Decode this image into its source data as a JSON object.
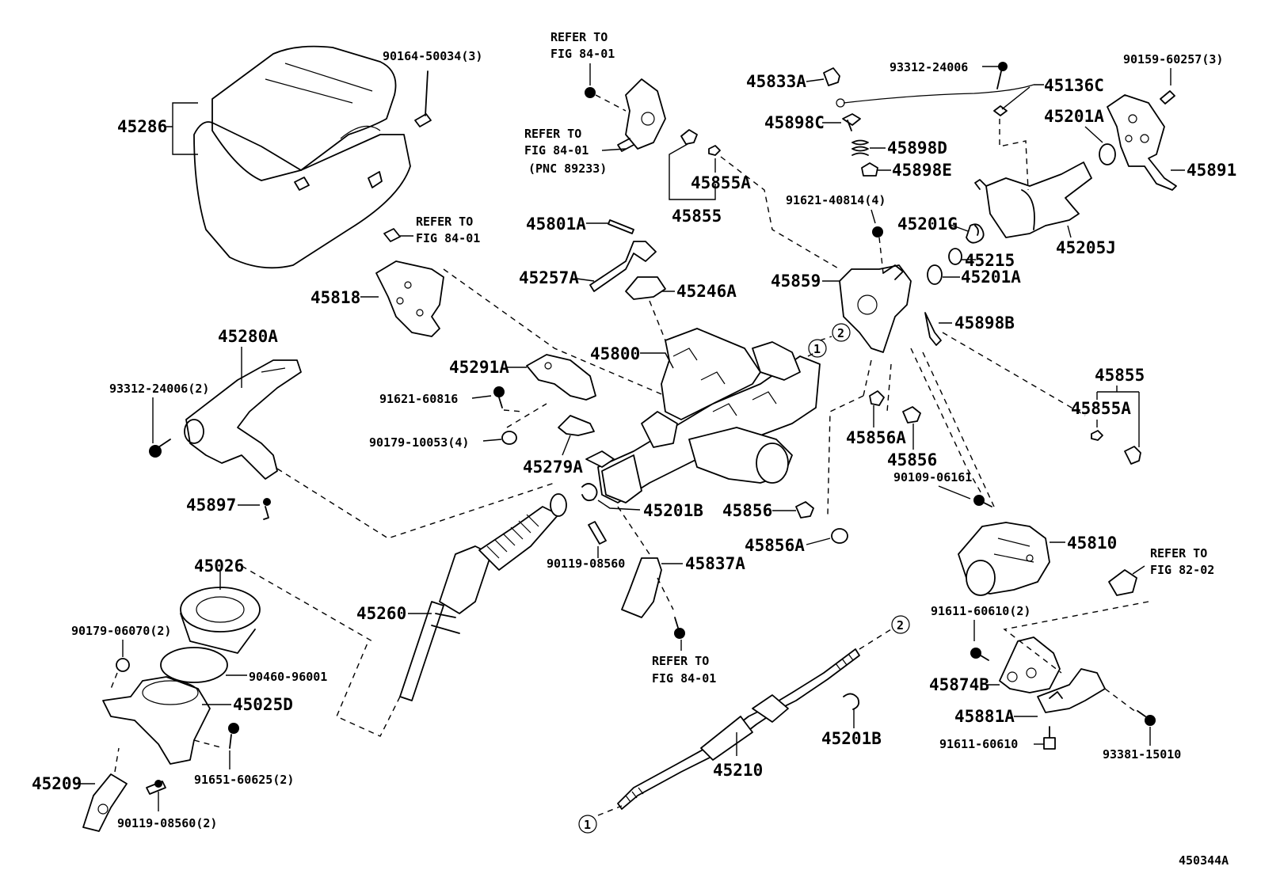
{
  "diagram_id": "450344A",
  "labels": {
    "p45286": "45286",
    "p90164": "90164-50034(3)",
    "refer1a": "REFER TO",
    "refer1b": "FIG 84-01",
    "refer2a": "REFER TO",
    "refer2b": "FIG 84-01",
    "refer2c": "(PNC 89233)",
    "refer3a": "REFER TO",
    "refer3b": "FIG 84-01",
    "refer4a": "REFER TO",
    "refer4b": "FIG 84-01",
    "refer5a": "REFER TO",
    "refer5b": "FIG 82-02",
    "p45833A": "45833A",
    "p93312a": "93312-24006",
    "p45136C": "45136C",
    "p90159": "90159-60257(3)",
    "p45898C": "45898C",
    "p45898D": "45898D",
    "p45898E": "45898E",
    "p45201A_1": "45201A",
    "p45855A_1": "45855A",
    "p45855_1": "45855",
    "p91621_408": "91621-40814(4)",
    "p45891": "45891",
    "p45801A": "45801A",
    "p45201G": "45201G",
    "p45215": "45215",
    "p45205J": "45205J",
    "p45257A": "45257A",
    "p45246A": "45246A",
    "p45859": "45859",
    "p45201A_2": "45201A",
    "p45818": "45818",
    "p45898B": "45898B",
    "p45280A": "45280A",
    "p45291A": "45291A",
    "p45800": "45800",
    "p45855_2": "45855",
    "p45855A_2": "45855A",
    "p93312b": "93312-24006(2)",
    "p91621_608": "91621-60816",
    "p90179_100": "90179-10053(4)",
    "p45279A": "45279A",
    "p45856A_1": "45856A",
    "p45856_1": "45856",
    "p90109": "90109-06161",
    "p45897": "45897",
    "p45201B_1": "45201B",
    "p45856_2": "45856",
    "p45856A_2": "45856A",
    "p45810": "45810",
    "p45026": "45026",
    "p90119a": "90119-08560",
    "p45837A": "45837A",
    "p45260": "45260",
    "p91611a": "91611-60610(2)",
    "p90179_060": "90179-06070(2)",
    "p90460": "90460-96001",
    "p45025D": "45025D",
    "p45874B": "45874B",
    "p45881A": "45881A",
    "p45201B_2": "45201B",
    "p91611b": "91611-60610",
    "p93381": "93381-15010",
    "p45210": "45210",
    "p91651": "91651-60625(2)",
    "p45209": "45209",
    "p90119b": "90119-08560(2)",
    "circle1": "1",
    "circle2": "2"
  }
}
